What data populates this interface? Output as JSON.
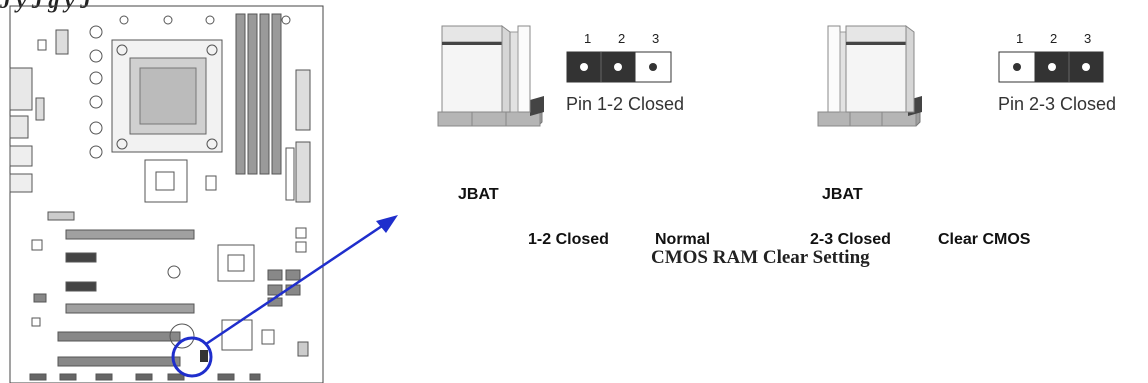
{
  "header": {
    "partial_title": "J y     J     g y     J"
  },
  "jumper_normal": {
    "pins": [
      "1",
      "2",
      "3"
    ],
    "pin_state": "Pin 1-2 Closed",
    "name": "JBAT"
  },
  "jumper_clear": {
    "pins": [
      "1",
      "2",
      "3"
    ],
    "pin_state": "Pin 2-3 Closed",
    "name": "JBAT"
  },
  "settings": {
    "normal": {
      "closed": "1-2 Closed",
      "mode": "Normal"
    },
    "clear": {
      "closed": "2-3 Closed",
      "mode": "Clear CMOS"
    }
  },
  "caption": "CMOS RAM Clear Setting",
  "colors": {
    "arrow": "#1f2ecc",
    "jumper_cap": "#333333",
    "pin_dot": "#ffffff"
  }
}
